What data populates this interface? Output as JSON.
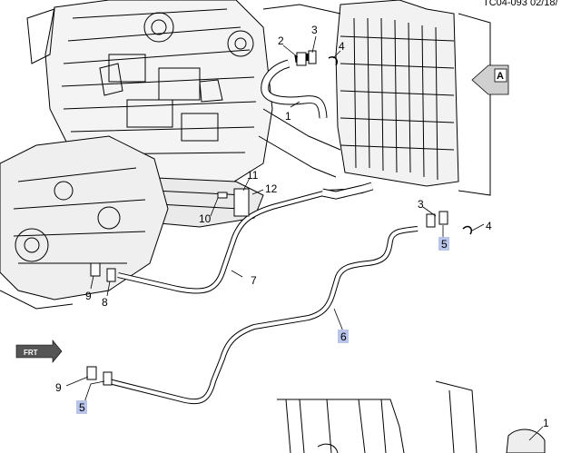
{
  "diagram_id": "TC04-093 02/18/",
  "view_arrow_label": "A",
  "front_arrow_label": "FRT",
  "callouts": [
    {
      "key": "c1a",
      "text": "1",
      "highlighted": false
    },
    {
      "key": "c2",
      "text": "2",
      "highlighted": false
    },
    {
      "key": "c3a",
      "text": "3",
      "highlighted": false
    },
    {
      "key": "c4a",
      "text": "4",
      "highlighted": false
    },
    {
      "key": "c11",
      "text": "11",
      "highlighted": false
    },
    {
      "key": "c12",
      "text": "12",
      "highlighted": false
    },
    {
      "key": "c10",
      "text": "10",
      "highlighted": false
    },
    {
      "key": "c3b",
      "text": "3",
      "highlighted": false
    },
    {
      "key": "c4b",
      "text": "4",
      "highlighted": false
    },
    {
      "key": "c5a",
      "text": "5",
      "highlighted": true
    },
    {
      "key": "c7",
      "text": "7",
      "highlighted": false
    },
    {
      "key": "c9a",
      "text": "9",
      "highlighted": false
    },
    {
      "key": "c8",
      "text": "8",
      "highlighted": false
    },
    {
      "key": "c6",
      "text": "6",
      "highlighted": true
    },
    {
      "key": "c9b",
      "text": "9",
      "highlighted": false
    },
    {
      "key": "c5b",
      "text": "5",
      "highlighted": true
    },
    {
      "key": "c1b",
      "text": "1",
      "highlighted": false
    }
  ],
  "colors": {
    "line": "#000000",
    "highlight": "#b8c4ea",
    "background": "#ffffff",
    "shade": "#d0d0d0"
  }
}
